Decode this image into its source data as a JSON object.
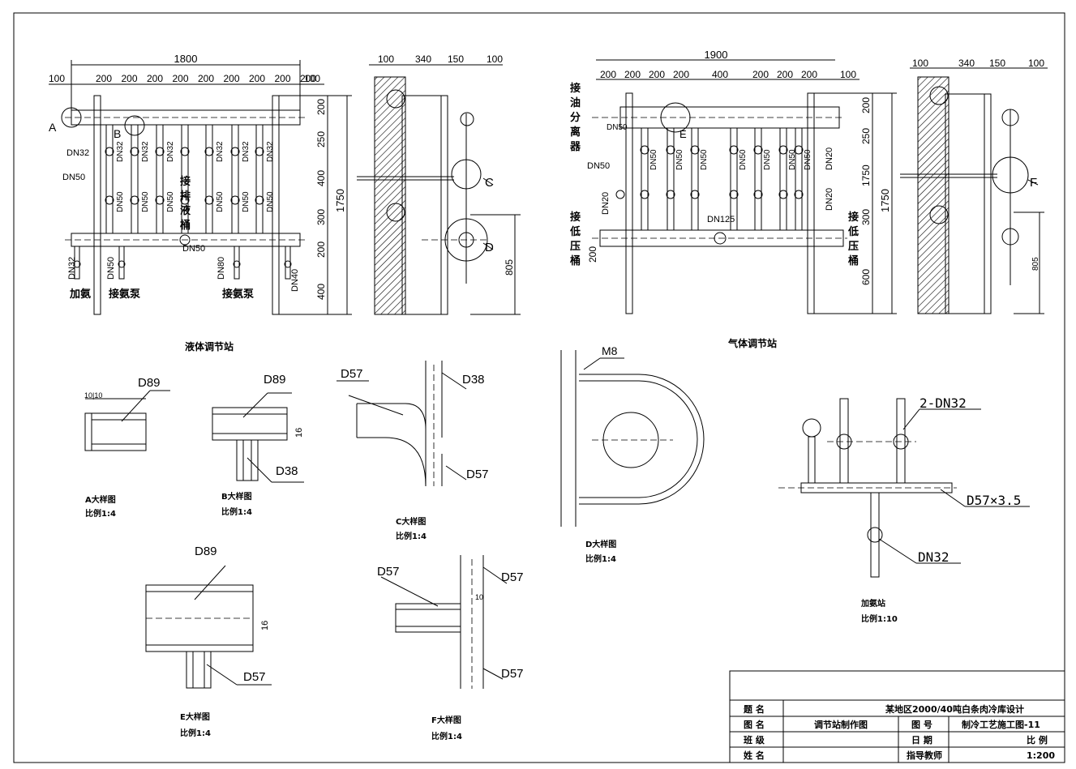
{
  "liquid": {
    "total": "1800",
    "d100a": "100",
    "d200s": [
      "200",
      "200",
      "200",
      "200",
      "200",
      "200",
      "200",
      "200",
      "200"
    ],
    "d100b": "100",
    "tagA": "A",
    "tagB": "B",
    "v200a": "200",
    "v250": "250",
    "v400": "400",
    "v300": "300",
    "v200b": "200",
    "v400b": "400",
    "v1750": "1750",
    "dn32": "DN32",
    "dn50": "DN50",
    "dn40": "DN40",
    "dn80": "DN80",
    "jpy": "接排液桶",
    "jia_an": "加氨",
    "jab1": "接氨泵",
    "jab2": "接氨泵",
    "caption": "液体调节站"
  },
  "liquid_side": {
    "d100": "100",
    "d340": "340",
    "d150": "150",
    "d100b": "100",
    "tagC": "C",
    "tagD": "D",
    "v805": "805"
  },
  "gas": {
    "total": "1900",
    "d200a": [
      "200",
      "200",
      "200",
      "200"
    ],
    "d400": "400",
    "d200b": [
      "200",
      "200",
      "200"
    ],
    "d100": "100",
    "dn50": "DN50",
    "dn20": "DN20",
    "dn125": "DN125",
    "jyf": "接油分离器",
    "jdy1": "接低压桶",
    "jdy2": "接低压桶",
    "tagE": "E",
    "v200": "200",
    "v250": "250",
    "v1750a": "1750",
    "v300": "300",
    "v200b": "200",
    "v600": "600",
    "v1750": "1750",
    "caption": "气体调节站"
  },
  "gas_side": {
    "d100": "100",
    "d340": "340",
    "d150": "150",
    "d100b": "100",
    "tagF": "F",
    "v805": "805"
  },
  "details": {
    "a": {
      "pipe": "D89",
      "dim": "10|10",
      "title": "A大样图",
      "scale": "比例1:4"
    },
    "b": {
      "pipe": "D89",
      "branch": "D38",
      "dim": "16",
      "title": "B大样图",
      "scale": "比例1:4"
    },
    "c": {
      "pipe1": "D57",
      "pipe2": "D38",
      "pipe3": "D57",
      "title": "C大样图",
      "scale": "比例1:4"
    },
    "d": {
      "bolt": "M8",
      "title": "D大样图",
      "scale": "比例1:4"
    },
    "e": {
      "pipe": "D89",
      "branch": "D57",
      "dim": "16",
      "title": "E大样图",
      "scale": "比例1:4"
    },
    "f": {
      "pipe1": "D57",
      "pipe2": "D57",
      "pipe3": "D57",
      "dim": "10",
      "title": "F大样图",
      "scale": "比例1:4"
    },
    "ammonia": {
      "l1": "2-DN32",
      "l2": "D57×3.5",
      "l3": "DN32",
      "title": "加氨站",
      "scale": "比例1:10"
    }
  },
  "titleblock": {
    "r1_label": "题  名",
    "r1_value": "某地区2000/40吨白条肉冷库设计",
    "r2_label": "图  名",
    "r2_value": "调节站制作图",
    "r2_l2": "图  号",
    "r2_v2": "制冷工艺施工图-11",
    "r3_label": "班  级",
    "r3_l2": "日  期",
    "r3_l3": "比  例",
    "r4_label": "姓  名",
    "r4_l2": "指导教师",
    "r4_v3": "1:200"
  }
}
